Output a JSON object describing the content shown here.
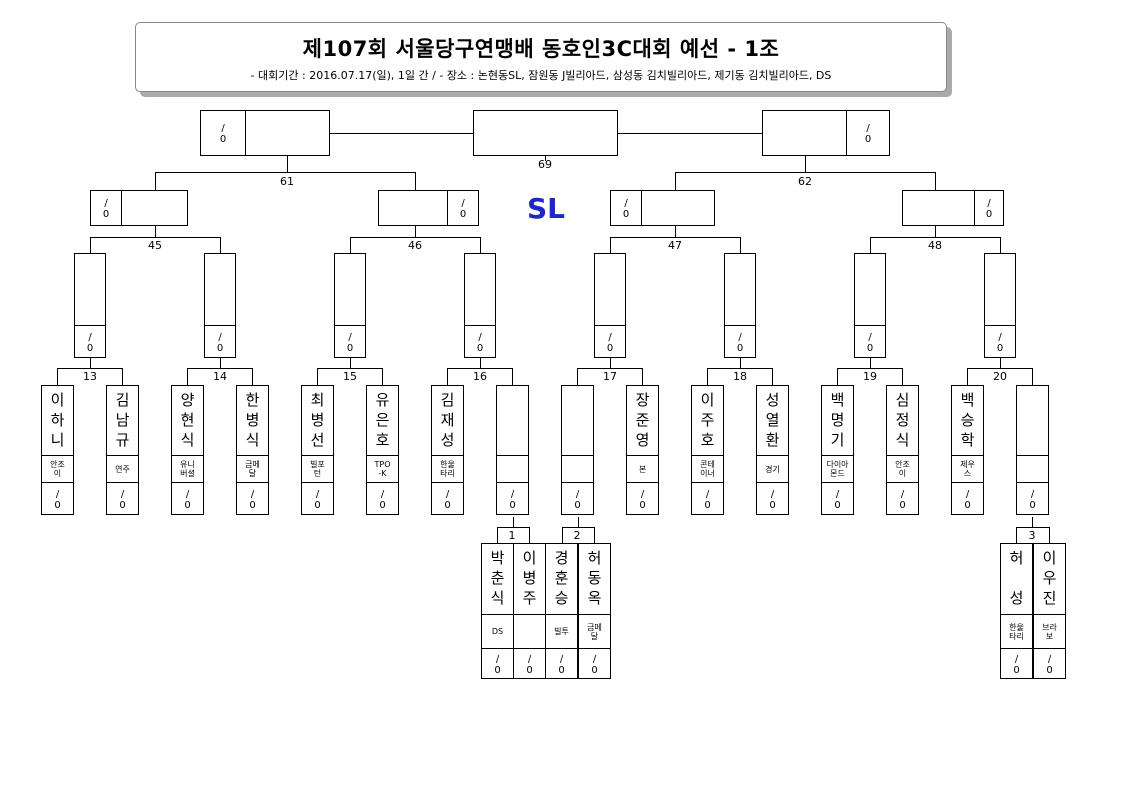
{
  "header": {
    "title": "제107회 서울당구연맹배 동호인3C대회 예선 - 1조",
    "subtitle": "- 대회기간 : 2016.07.17(일), 1일 간 / - 장소 : 논현동SL, 잠원동 J빌리아드, 삼성동 김치빌리아드, 제기동 김치빌리아드, DS"
  },
  "venue_label": "SL",
  "score_placeholder": {
    "slash": "/",
    "zero": "0"
  },
  "match_numbers": {
    "m69": "69",
    "m61": "61",
    "m62": "62",
    "m45": "45",
    "m46": "46",
    "m47": "47",
    "m48": "48",
    "m13": "13",
    "m14": "14",
    "m15": "15",
    "m16": "16",
    "m17": "17",
    "m18": "18",
    "m19": "19",
    "m20": "20",
    "m1": "1",
    "m2": "2",
    "m3": "3"
  },
  "players": [
    {
      "name": [
        "이",
        "하",
        "니"
      ],
      "club": "안조\n이"
    },
    {
      "name": [
        "김",
        "남",
        "규"
      ],
      "club": "연주"
    },
    {
      "name": [
        "양",
        "현",
        "식"
      ],
      "club": "유니\n버셜"
    },
    {
      "name": [
        "한",
        "병",
        "식"
      ],
      "club": "금메\n달"
    },
    {
      "name": [
        "최",
        "병",
        "선"
      ],
      "club": "빌포\n턴"
    },
    {
      "name": [
        "유",
        "은",
        "호"
      ],
      "club": "TPO\n-K"
    },
    {
      "name": [
        "김",
        "재",
        "성"
      ],
      "club": "한울\n타리"
    },
    {
      "name": [
        "",
        "",
        ""
      ],
      "club": ""
    },
    {
      "name": [
        "",
        "",
        ""
      ],
      "club": ""
    },
    {
      "name": [
        "장",
        "준",
        "영"
      ],
      "club": "본"
    },
    {
      "name": [
        "이",
        "주",
        "호"
      ],
      "club": "콘테\n이너"
    },
    {
      "name": [
        "성",
        "열",
        "환"
      ],
      "club": "경기"
    },
    {
      "name": [
        "백",
        "명",
        "기"
      ],
      "club": "다이아\n몬드"
    },
    {
      "name": [
        "심",
        "정",
        "식"
      ],
      "club": "안조\n이"
    },
    {
      "name": [
        "백",
        "승",
        "학"
      ],
      "club": "제우\n스"
    },
    {
      "name": [
        "",
        "",
        ""
      ],
      "club": ""
    }
  ],
  "qualifiers": [
    {
      "name": [
        "박",
        "춘",
        "식"
      ],
      "club": "DS"
    },
    {
      "name": [
        "이",
        "병",
        "주"
      ],
      "club": ""
    },
    {
      "name": [
        "경",
        "훈",
        "승"
      ],
      "club": "빌투"
    },
    {
      "name": [
        "허",
        "동",
        "옥"
      ],
      "club": "금메\n달"
    },
    {
      "name": [
        "허",
        "",
        "성"
      ],
      "club": "한울\n타리"
    },
    {
      "name": [
        "이",
        "우",
        "진"
      ],
      "club": "브라\n보"
    }
  ]
}
